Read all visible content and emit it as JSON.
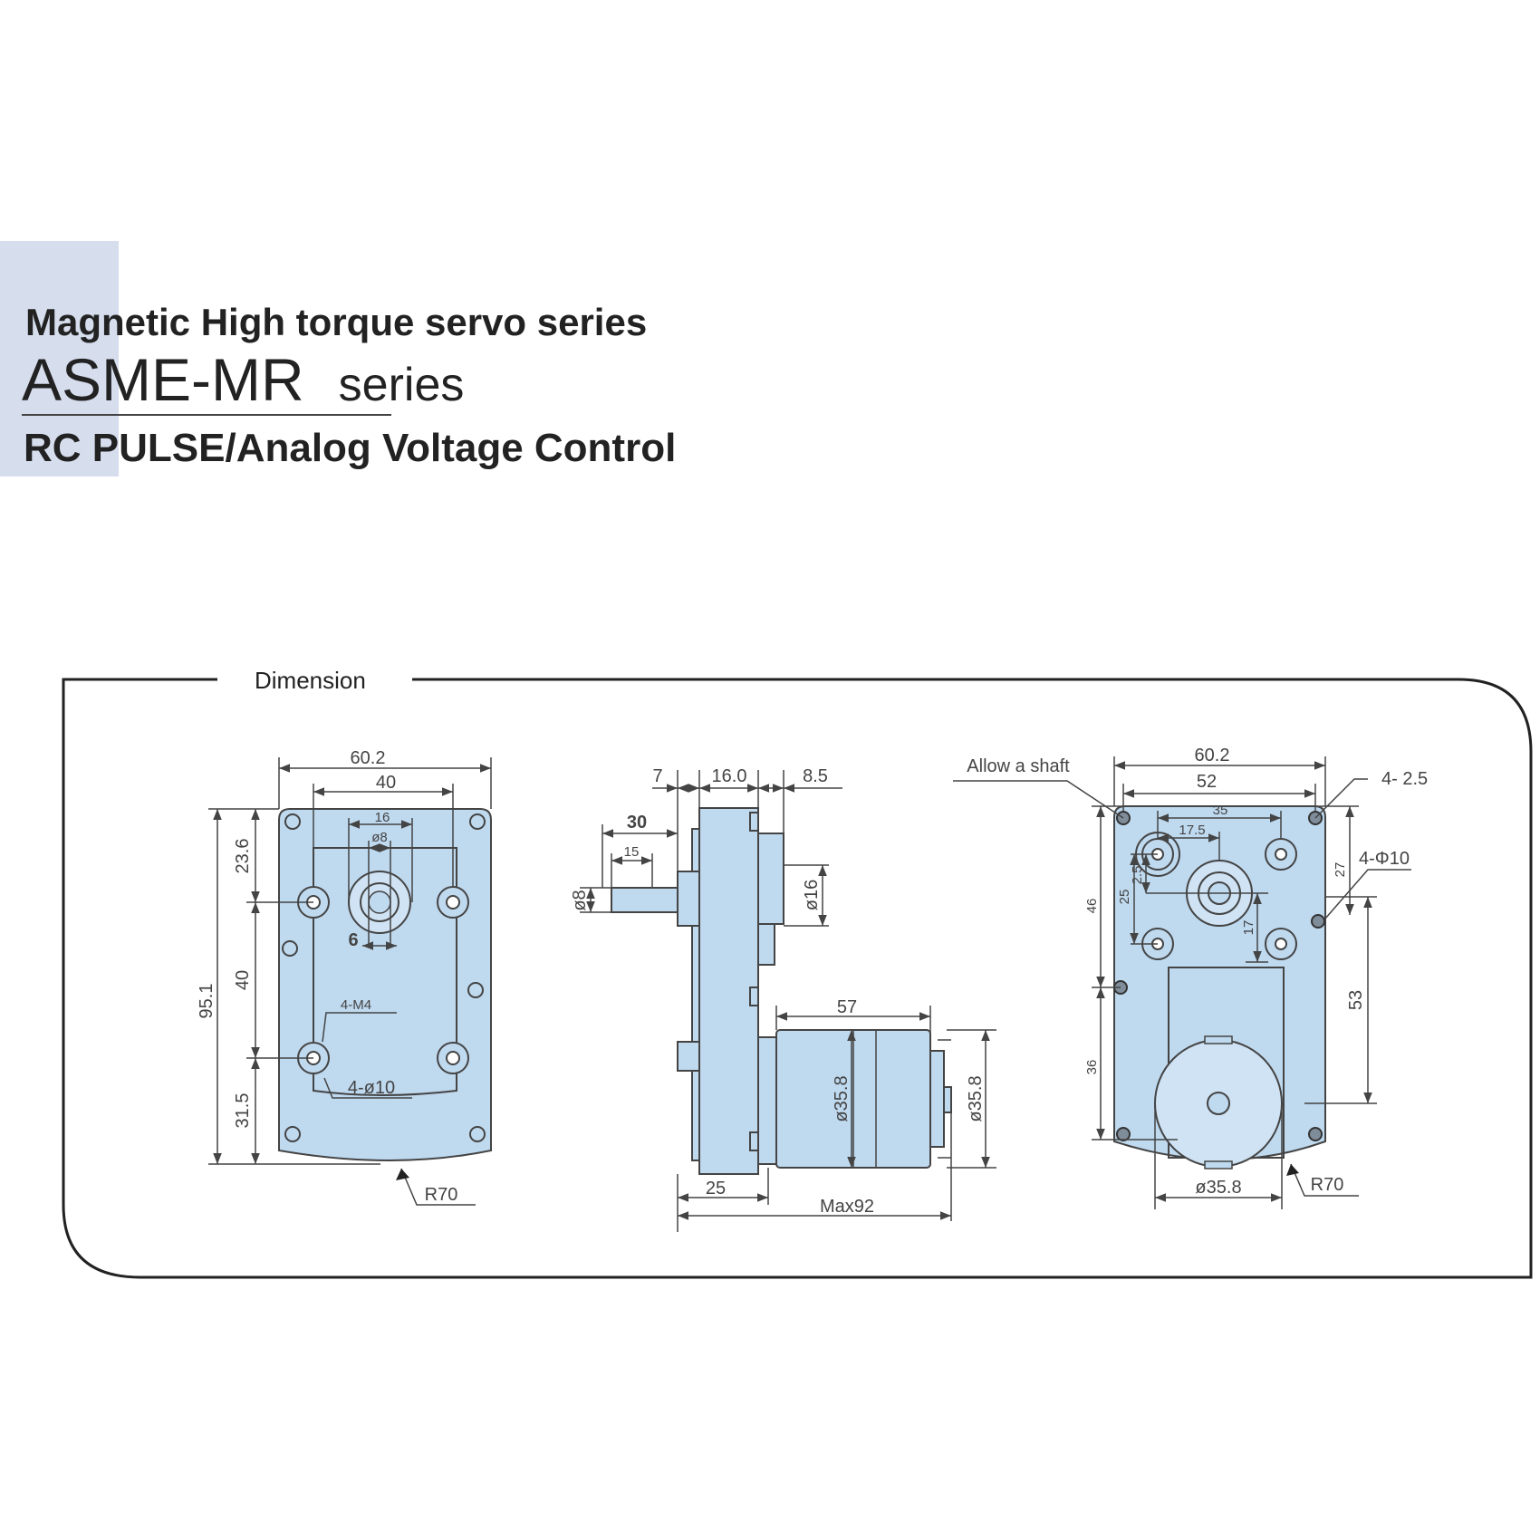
{
  "header": {
    "title": "Magnetic High torque servo series",
    "series_name": "ASME-MR",
    "series_suffix": "series",
    "control": "RC PULSE/Analog Voltage Control"
  },
  "panel": {
    "label": "Dimension"
  },
  "front_view": {
    "width": "60.2",
    "hole_span": "40",
    "bore_span": "16",
    "shaft_dia": "ø8",
    "flat": "6",
    "height": "95.1",
    "top": "23.6",
    "mid": "40",
    "bottom": "31.5",
    "thread": "4-M4",
    "holes": "4-ø10",
    "radius": "R70"
  },
  "side_view": {
    "d7": "7",
    "d16": "16.0",
    "d85": "8.5",
    "d30": "30",
    "d15": "15",
    "shaft": "ø8",
    "boss": "ø16",
    "motor_len": "57",
    "motor_dia": "ø35.8",
    "motor_dia2": "ø35.8",
    "d25": "25",
    "max": "Max92"
  },
  "rear_view": {
    "note": "Allow a shaft",
    "width": "60.2",
    "hole_span": "52",
    "screws": "4- 2.5",
    "pitch": "35",
    "offset": "17.5",
    "holes": "4-Φ10",
    "v46": "46",
    "v25": "25",
    "v25b": "2.5",
    "v27": "27",
    "v17": "17",
    "v36": "36",
    "v53": "53",
    "motor_dia": "ø35.8",
    "radius": "R70"
  },
  "colors": {
    "part_fill": "#bfd9ef",
    "line": "#444444",
    "accent": "#d6dded"
  }
}
